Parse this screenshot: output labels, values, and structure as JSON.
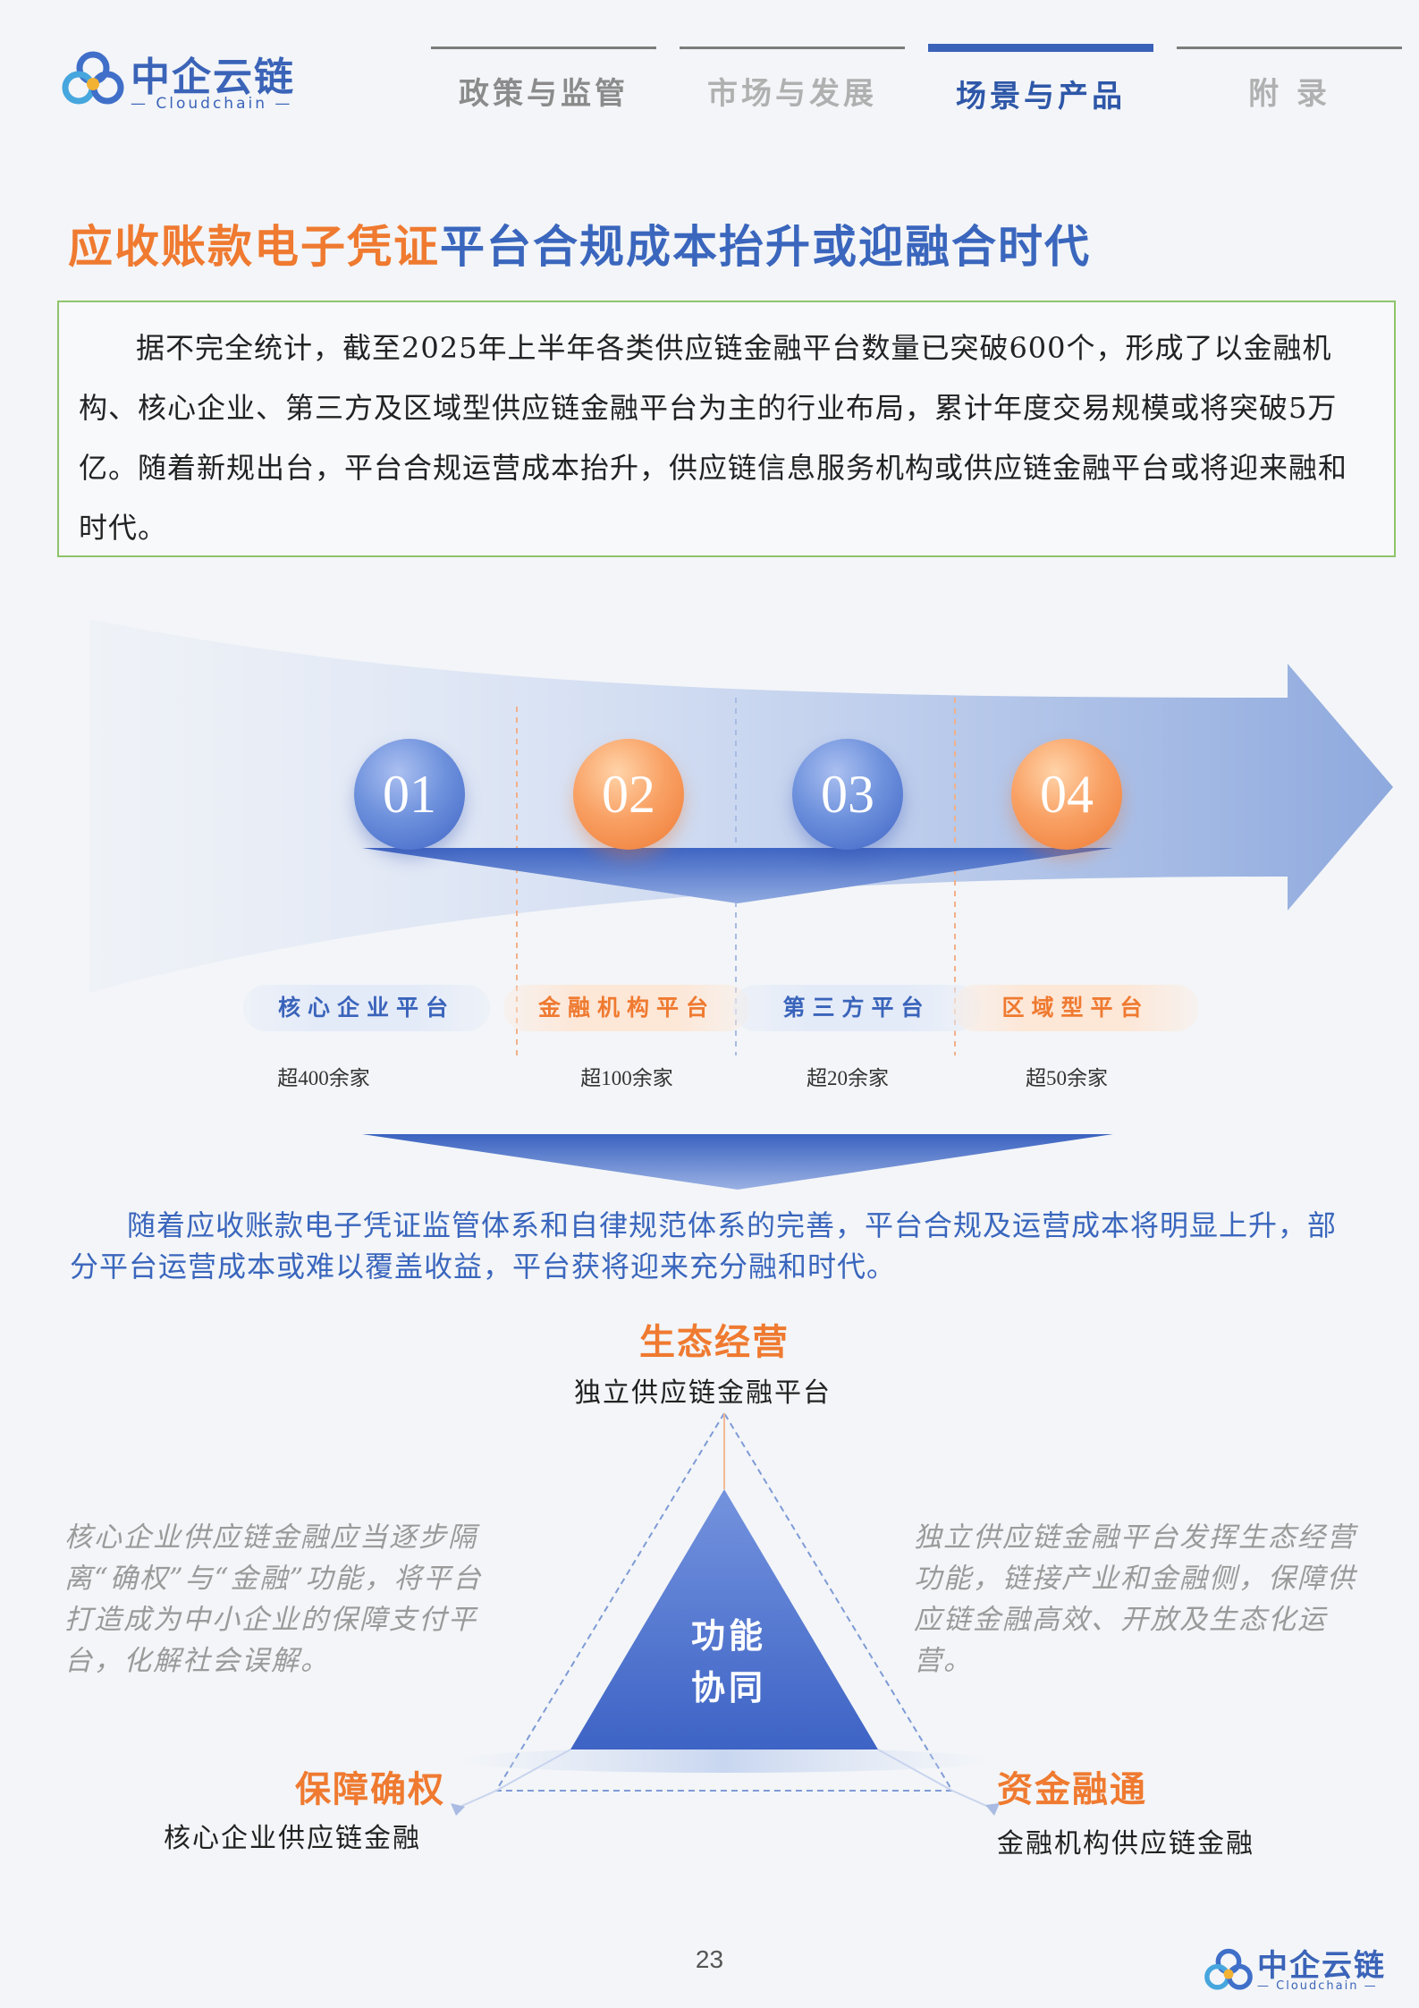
{
  "header": {
    "logo_cn": "中企云链",
    "logo_en": "— Cloudchain —",
    "nav": [
      {
        "label": "政策与监管"
      },
      {
        "label": "市场与发展"
      },
      {
        "label": "场景与产品"
      },
      {
        "label": "附  录"
      }
    ],
    "active_tab": "场景与产品"
  },
  "title": {
    "part1": "应收账款电子凭证",
    "part2": "平台合规成本抬升或迎融合时代"
  },
  "intro": {
    "text": "据不完全统计，截至2025年上半年各类供应链金融平台数量已突破600个，形成了以金融机构、核心企业、第三方及区域型供应链金融平台为主的行业布局，累计年度交易规模或将突破5万亿。随着新规出台，平台合规运营成本抬升，供应链信息服务机构或供应链金融平台或将迎来融和时代。"
  },
  "steps": [
    {
      "num": "01",
      "label": "核心企业平台",
      "count": "超400余家",
      "color": "blue"
    },
    {
      "num": "02",
      "label": "金融机构平台",
      "count": "超100余家",
      "color": "orange"
    },
    {
      "num": "03",
      "label": "第三方平台",
      "count": "超20余家",
      "color": "blue"
    },
    {
      "num": "04",
      "label": "区域型平台",
      "count": "超50余家",
      "color": "orange"
    }
  ],
  "summary": {
    "text": "随着应收账款电子凭证监管体系和自律规范体系的完善，平台合规及运营成本将明显上升，部分平台运营成本或难以覆盖收益，平台获将迎来充分融和时代。"
  },
  "triangle": {
    "top_title": "生态经营",
    "top_sub": "独立供应链金融平台",
    "left_title": "保障确权",
    "left_sub": "核心企业供应链金融",
    "right_title": "资金融通",
    "right_sub": "金融机构供应链金融",
    "center_line1": "功能",
    "center_line2": "协同",
    "left_text": "核心企业供应链金融应当逐步隔离“确权”与“金融”功能，将平台打造成为中小企业的保障支付平台，化解社会误解。",
    "right_text": "独立供应链金融平台发挥生态经营功能，链接产业和金融侧，保障供应链金融高效、开放及生态化运营。"
  },
  "footer": {
    "page_number": "23",
    "logo_cn": "中企云链",
    "logo_en": "— Cloudchain —"
  },
  "colors": {
    "brand_blue": "#3a66bd",
    "accent_orange": "#ef7a30",
    "box_border_green": "#8fc46b"
  }
}
